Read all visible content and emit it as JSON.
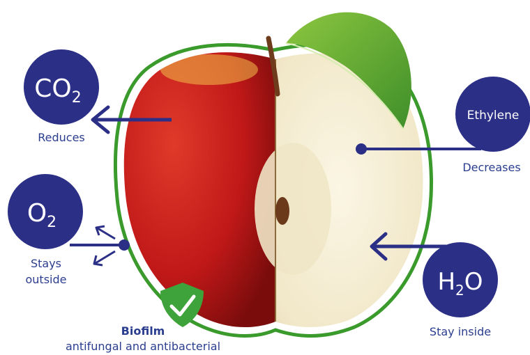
{
  "colors": {
    "navy": "#2b2f86",
    "label": "#2b3d8f",
    "apple_red": "#c81d1d",
    "apple_flesh": "#f3ebd2",
    "leaf": "#5aa637",
    "biofilm_outline": "#3a9a2c"
  },
  "molecules": {
    "co2": {
      "base": "CO",
      "sub": "2",
      "caption": "Reduces"
    },
    "o2": {
      "base": "O",
      "sub": "2",
      "caption_line1": "Stays",
      "caption_line2": "outside"
    },
    "ethylene": {
      "label": "Ethylene",
      "caption": "Decreases"
    },
    "h2o": {
      "pre": "H",
      "sub": "2",
      "post": "O",
      "caption": "Stay inside"
    }
  },
  "biofilm": {
    "title": "Biofilm",
    "subtitle": "antifungal and antibacterial",
    "icon": "shield-check-icon"
  }
}
